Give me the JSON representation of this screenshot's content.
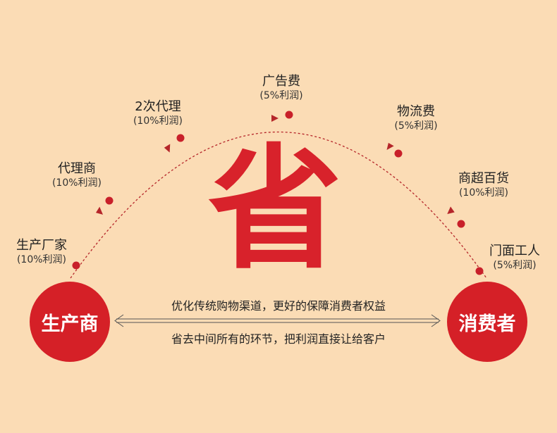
{
  "stages": [
    {
      "name": "生产厂家",
      "pct": "(10%利润)"
    },
    {
      "name": "代理商",
      "pct": "(10%利润)"
    },
    {
      "name": "2次代理",
      "pct": "(10%利润)"
    },
    {
      "name": "广告费",
      "pct": "(5%利润)"
    },
    {
      "name": "物流费",
      "pct": "(5%利润)"
    },
    {
      "name": "商超百货",
      "pct": "(10%利润)"
    },
    {
      "name": "门面工人",
      "pct": "(5%利润)"
    }
  ],
  "center_char": "省",
  "producer": "生产商",
  "consumer": "消费者",
  "message_top": "优化传统购物渠道，更好的保障消费者权益",
  "message_bottom": "省去中间所有的环节，把利润直接让给客户",
  "colors": {
    "background": "#fbdcb5",
    "accent_red": "#d52027",
    "arc": "#b5262a"
  }
}
